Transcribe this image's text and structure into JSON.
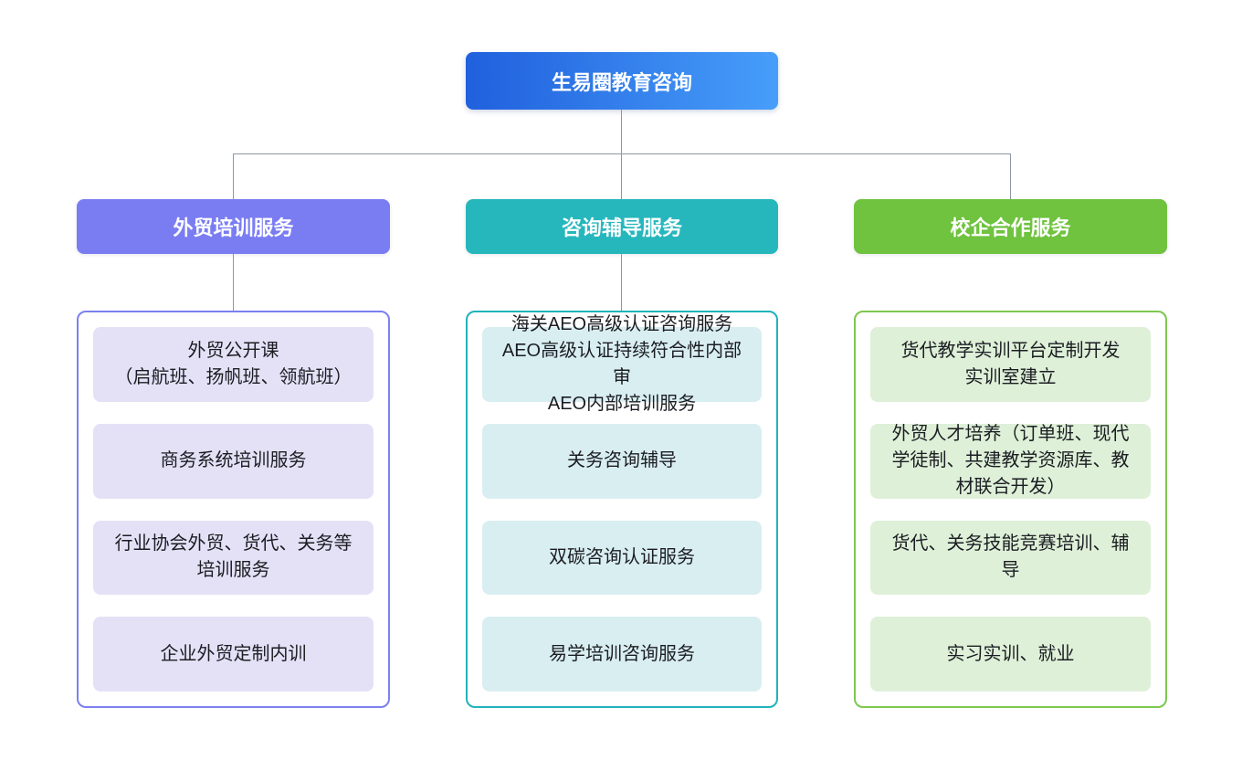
{
  "root": {
    "label": "生易圈教育咨询",
    "gradient": [
      "#2060dd",
      "#479efa"
    ]
  },
  "connector_color": "#8d97a5",
  "branches": [
    {
      "name": "foreign-trade-training",
      "label": "外贸培训服务",
      "header_color": "#7a7df2",
      "container_border": "#7d80f0",
      "item_bg": "#e4e1f7",
      "has_header_connector": true,
      "items": [
        {
          "lines": [
            "外贸公开课",
            "（启航班、扬帆班、领航班）"
          ]
        },
        {
          "lines": [
            "商务系统培训服务"
          ]
        },
        {
          "lines": [
            "行业协会外贸、货代、关务等培训服务"
          ]
        },
        {
          "lines": [
            "企业外贸定制内训"
          ]
        }
      ]
    },
    {
      "name": "consulting-coaching",
      "label": "咨询辅导服务",
      "header_color": "#26b7bd",
      "container_border": "#1fb3ba",
      "item_bg": "#d9eef1",
      "has_header_connector": true,
      "items": [
        {
          "lines": [
            "海关AEO高级认证咨询服务",
            "AEO高级认证持续符合性内部审",
            "AEO内部培训服务"
          ]
        },
        {
          "lines": [
            "关务咨询辅导"
          ]
        },
        {
          "lines": [
            "双碳咨询认证服务"
          ]
        },
        {
          "lines": [
            "易学培训咨询服务"
          ]
        }
      ]
    },
    {
      "name": "school-enterprise-cooperation",
      "label": "校企合作服务",
      "header_color": "#6fc33e",
      "container_border": "#7cc84e",
      "item_bg": "#def0d8",
      "has_header_connector": false,
      "items": [
        {
          "lines": [
            "货代教学实训平台定制开发",
            "实训室建立"
          ]
        },
        {
          "lines": [
            "外贸人才培养（订单班、现代学徒制、共建教学资源库、教材联合开发）"
          ]
        },
        {
          "lines": [
            "货代、关务技能竞赛培训、辅导"
          ]
        },
        {
          "lines": [
            "实习实训、就业"
          ]
        }
      ]
    }
  ]
}
